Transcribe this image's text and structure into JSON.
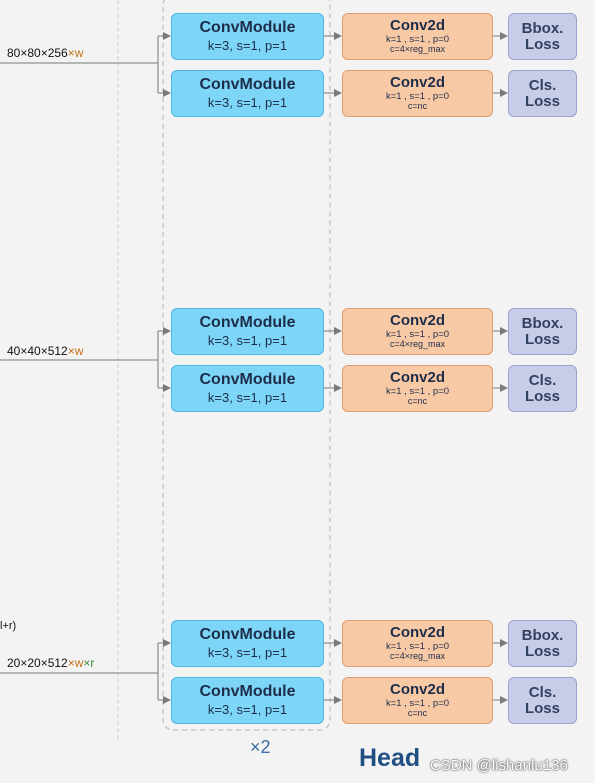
{
  "levels": [
    {
      "input": {
        "dims": "80×80×256",
        "mult": "×w",
        "mult2": ""
      },
      "branches": [
        {
          "conv_module": {
            "title": "ConvModule",
            "params": "k=3, s=1, p=1"
          },
          "conv2d": {
            "title": "Conv2d",
            "params": "k=1 , s=1 , p=0",
            "channels": "c=4×reg_max"
          },
          "loss": {
            "line1": "Bbox.",
            "line2": "Loss"
          }
        },
        {
          "conv_module": {
            "title": "ConvModule",
            "params": "k=3, s=1, p=1"
          },
          "conv2d": {
            "title": "Conv2d",
            "params": "k=1 , s=1 , p=0",
            "channels": "c=nc"
          },
          "loss": {
            "line1": "Cls.",
            "line2": "Loss"
          }
        }
      ]
    },
    {
      "input": {
        "dims": "40×40×512",
        "mult": "×w",
        "mult2": ""
      },
      "branches": [
        {
          "conv_module": {
            "title": "ConvModule",
            "params": "k=3, s=1, p=1"
          },
          "conv2d": {
            "title": "Conv2d",
            "params": "k=1 , s=1 , p=0",
            "channels": "c=4×reg_max"
          },
          "loss": {
            "line1": "Bbox.",
            "line2": "Loss"
          }
        },
        {
          "conv_module": {
            "title": "ConvModule",
            "params": "k=3, s=1, p=1"
          },
          "conv2d": {
            "title": "Conv2d",
            "params": "k=1 , s=1 , p=0",
            "channels": "c=nc"
          },
          "loss": {
            "line1": "Cls.",
            "line2": "Loss"
          }
        }
      ]
    },
    {
      "input": {
        "dims": "20×20×512",
        "mult": "×w",
        "mult2": "×r"
      },
      "branches": [
        {
          "conv_module": {
            "title": "ConvModule",
            "params": "k=3, s=1, p=1"
          },
          "conv2d": {
            "title": "Conv2d",
            "params": "k=1 , s=1 , p=0",
            "channels": "c=4×reg_max"
          },
          "loss": {
            "line1": "Bbox.",
            "line2": "Loss"
          }
        },
        {
          "conv_module": {
            "title": "ConvModule",
            "params": "k=3, s=1, p=1"
          },
          "conv2d": {
            "title": "Conv2d",
            "params": "k=1 , s=1 , p=0",
            "channels": "c=nc"
          },
          "loss": {
            "line1": "Cls.",
            "line2": "Loss"
          }
        }
      ]
    }
  ],
  "left_fragment": "l+r)",
  "repeat_label": "×2",
  "section_label": "Head",
  "watermark": "CSDN @lishanlu136",
  "colors": {
    "conv_module_fill": "#7dd6f7",
    "conv2d_fill": "#f8c9a5",
    "loss_fill": "#c7cde8",
    "connector": "#7a7a7a",
    "head_label": "#1f4f82",
    "multiplier_w": "#c5701c",
    "multiplier_r": "#3a8c3a"
  }
}
